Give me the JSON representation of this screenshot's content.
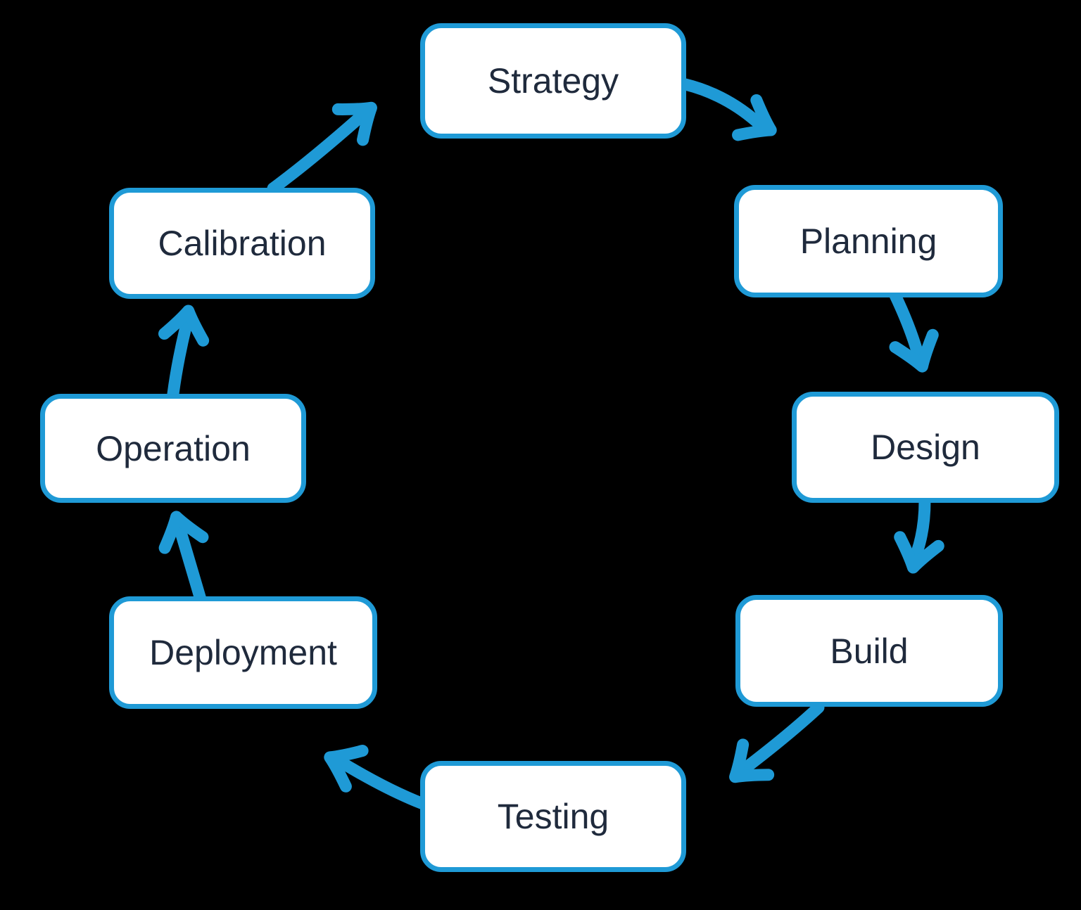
{
  "diagram": {
    "type": "cycle-flowchart",
    "background_color": "#000000",
    "accent_color": "#1F9AD6",
    "node_fill_color": "#FFFFFF",
    "node_text_color": "#1F2A3C",
    "nodes": [
      {
        "id": "strategy",
        "label": "Strategy"
      },
      {
        "id": "planning",
        "label": "Planning"
      },
      {
        "id": "design",
        "label": "Design"
      },
      {
        "id": "build",
        "label": "Build"
      },
      {
        "id": "testing",
        "label": "Testing"
      },
      {
        "id": "deployment",
        "label": "Deployment"
      },
      {
        "id": "operation",
        "label": "Operation"
      },
      {
        "id": "calibration",
        "label": "Calibration"
      }
    ],
    "edges": [
      {
        "from": "Strategy",
        "to": "Planning"
      },
      {
        "from": "Planning",
        "to": "Design"
      },
      {
        "from": "Design",
        "to": "Build"
      },
      {
        "from": "Build",
        "to": "Testing"
      },
      {
        "from": "Testing",
        "to": "Deployment"
      },
      {
        "from": "Deployment",
        "to": "Operation"
      },
      {
        "from": "Operation",
        "to": "Calibration"
      },
      {
        "from": "Calibration",
        "to": "Strategy"
      }
    ]
  }
}
